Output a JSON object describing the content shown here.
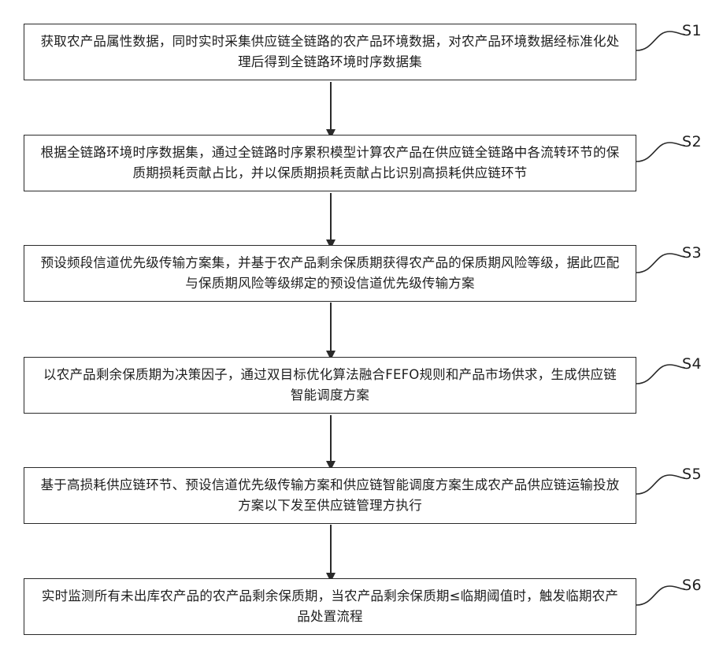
{
  "steps": [
    {
      "id": "S1",
      "text": "获取农产品属性数据，同时实时采集供应链全链路的农产品环境数据，对农产品环境数据经标准化处理后得到全链路环境时序数据集"
    },
    {
      "id": "S2",
      "text": "根据全链路环境时序数据集，通过全链路时序累积模型计算农产品在供应链全链路中各流转环节的保质期损耗贡献占比，并以保质期损耗贡献占比识别高损耗供应链环节"
    },
    {
      "id": "S3",
      "text": "预设频段信道优先级传输方案集，并基于农产品剩余保质期获得农产品的保质期风险等级，据此匹配与保质期风险等级绑定的预设信道优先级传输方案"
    },
    {
      "id": "S4",
      "text": "以农产品剩余保质期为决策因子，通过双目标优化算法融合FEFO规则和产品市场供求，生成供应链智能调度方案"
    },
    {
      "id": "S5",
      "text": "基于高损耗供应链环节、预设信道优先级传输方案和供应链智能调度方案生成农产品供应链运输投放方案以下发至供应链管理方执行"
    },
    {
      "id": "S6",
      "text": "实时监测所有未出库农产品的农产品剩余保质期，当农产品剩余保质期≤临期阈值时，触发临期农产品处置流程"
    }
  ]
}
